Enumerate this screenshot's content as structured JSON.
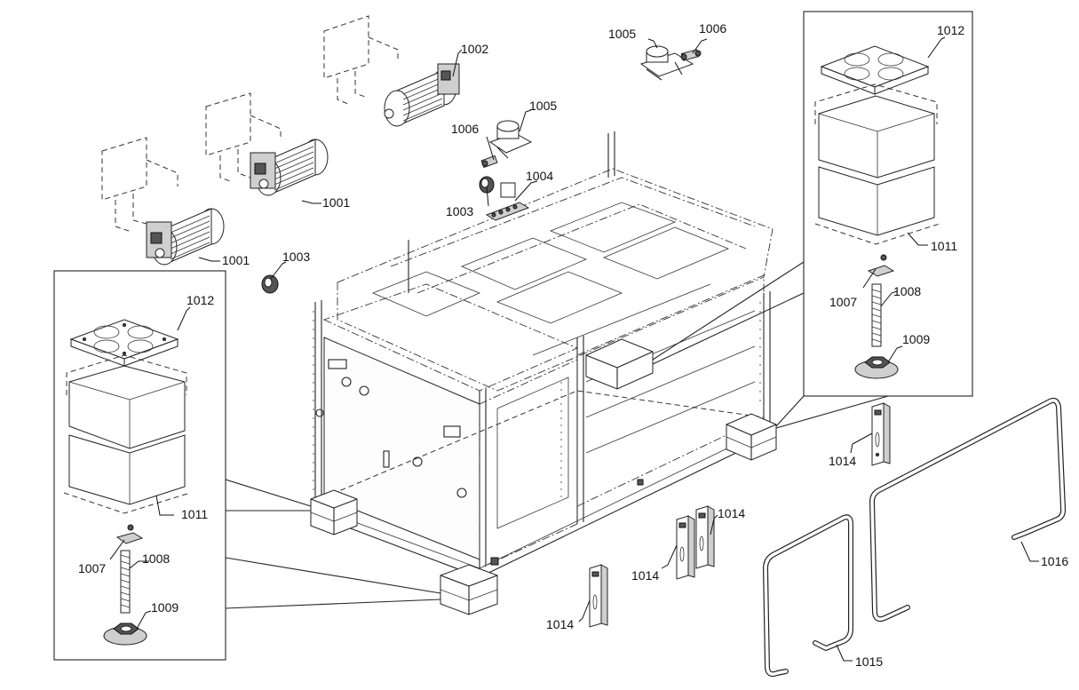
{
  "diagram": {
    "callouts": {
      "c1001a": "1001",
      "c1001b": "1001",
      "c1002": "1002",
      "c1003a": "1003",
      "c1003b": "1003",
      "c1004": "1004",
      "c1005a": "1005",
      "c1005b": "1005",
      "c1006a": "1006",
      "c1006b": "1006",
      "c1007a": "1007",
      "c1007b": "1007",
      "c1008a": "1008",
      "c1008b": "1008",
      "c1009a": "1009",
      "c1009b": "1009",
      "c1011a": "1011",
      "c1011b": "1011",
      "c1012a": "1012",
      "c1012b": "1012",
      "c1014a": "1014",
      "c1014b": "1014",
      "c1014c": "1014",
      "c1014d": "1014",
      "c1015": "1015",
      "c1016": "1016"
    }
  }
}
